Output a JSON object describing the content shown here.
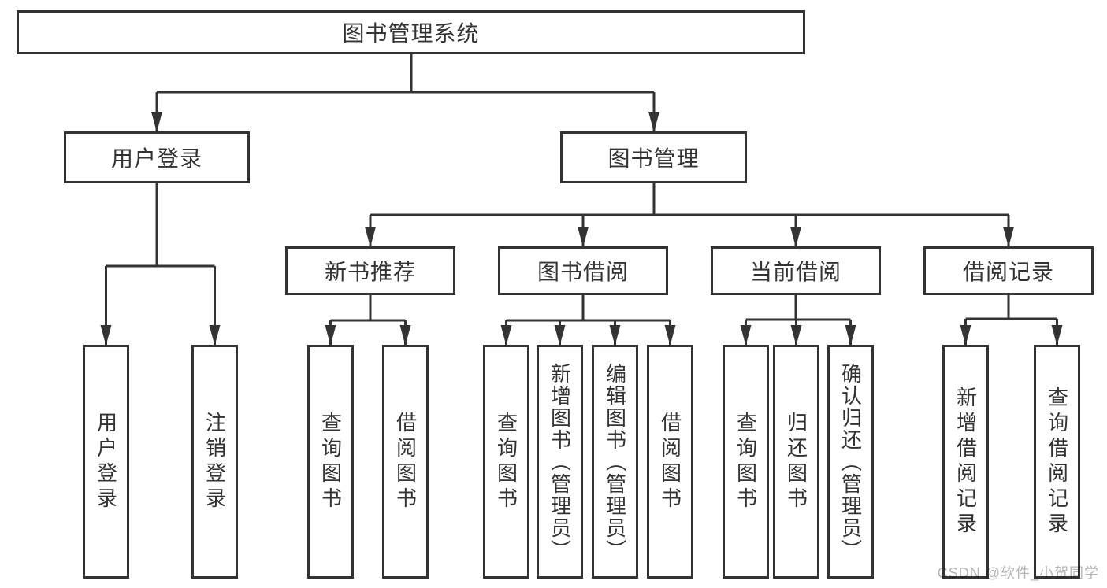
{
  "tree": {
    "root": {
      "label": "图书管理系统"
    },
    "branches": [
      {
        "label": "用户登录",
        "children": [
          {
            "label": "用户登录"
          },
          {
            "label": "注销登录"
          }
        ]
      },
      {
        "label": "图书管理",
        "sections": [
          {
            "label": "新书推荐",
            "children": [
              {
                "label": "查询图书"
              },
              {
                "label": "借阅图书"
              }
            ]
          },
          {
            "label": "图书借阅",
            "children": [
              {
                "label": "查询图书"
              },
              {
                "label": "新增图书（管理员）"
              },
              {
                "label": "编辑图书（管理员）"
              },
              {
                "label": "借阅图书"
              }
            ]
          },
          {
            "label": "当前借阅",
            "children": [
              {
                "label": "查询图书"
              },
              {
                "label": "归还图书"
              },
              {
                "label": "确认归还（管理员）"
              }
            ]
          },
          {
            "label": "借阅记录",
            "children": [
              {
                "label": "新增借阅记录"
              },
              {
                "label": "查询借阅记录"
              }
            ]
          }
        ]
      }
    ]
  },
  "watermark": {
    "text": "CSDN @软件_小贺同学"
  },
  "colors": {
    "line": "#333333",
    "text": "#333333",
    "background": "#ffffff",
    "watermark": "#b5b5b5"
  }
}
